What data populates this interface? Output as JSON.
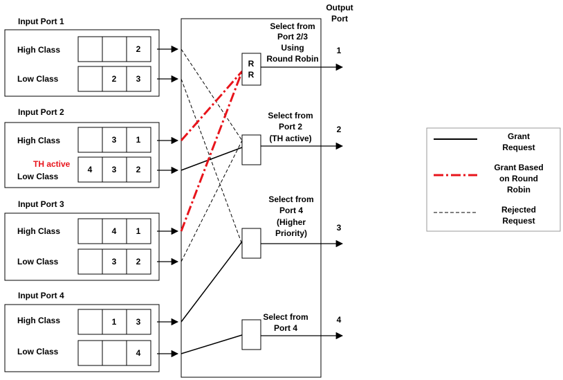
{
  "output_header": [
    "Output",
    "Port"
  ],
  "input_ports": [
    {
      "title": "Input Port 1",
      "high": {
        "label": "High Class",
        "cells": [
          "",
          "",
          "2"
        ]
      },
      "low": {
        "label": "Low Class",
        "cells": [
          "",
          "2",
          "3"
        ]
      }
    },
    {
      "title": "Input Port 2",
      "high": {
        "label": "High Class",
        "cells": [
          "",
          "3",
          "1"
        ]
      },
      "low": {
        "label": "Low Class",
        "cells": [
          "4",
          "3",
          "2"
        ]
      },
      "note": "TH active"
    },
    {
      "title": "Input Port 3",
      "high": {
        "label": "High Class",
        "cells": [
          "",
          "4",
          "1"
        ]
      },
      "low": {
        "label": "Low Class",
        "cells": [
          "",
          "3",
          "2"
        ]
      }
    },
    {
      "title": "Input Port 4",
      "high": {
        "label": "High Class",
        "cells": [
          "",
          "1",
          "3"
        ]
      },
      "low": {
        "label": "Low Class",
        "cells": [
          "",
          "",
          "4"
        ]
      }
    }
  ],
  "arbiters": [
    {
      "label_lines": [
        "Select from",
        "Port 2/3",
        "Using",
        "Round Robin"
      ],
      "inner": [
        "R",
        "R"
      ],
      "output": "1"
    },
    {
      "label_lines": [
        "Select from",
        "Port 2",
        "(TH active)"
      ],
      "inner": [],
      "output": "2"
    },
    {
      "label_lines": [
        "Select from",
        "Port 4",
        "(Higher",
        "Priority)"
      ],
      "inner": [],
      "output": "3"
    },
    {
      "label_lines": [
        "Select from",
        "Port 4"
      ],
      "inner": [],
      "output": "4"
    }
  ],
  "legend": [
    {
      "style": "solid",
      "label_lines": [
        "Grant",
        "Request"
      ]
    },
    {
      "style": "dashdot",
      "label_lines": [
        "Grant Based",
        "on Round",
        "Robin"
      ]
    },
    {
      "style": "dashed",
      "label_lines": [
        "Rejected",
        "Request"
      ]
    }
  ],
  "colors": {
    "grant_rr": "#e8141b",
    "line": "#000000"
  }
}
